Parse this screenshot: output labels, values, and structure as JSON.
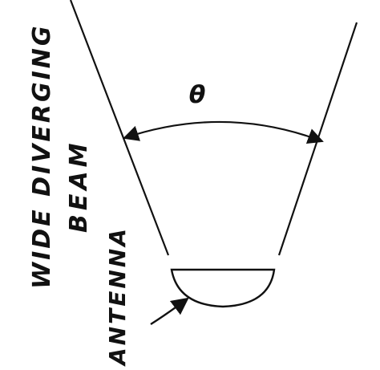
{
  "labels": {
    "title_line1": "WIDE DIVERGING",
    "title_line2": "BEAM",
    "antenna": "ANTENNA",
    "angle": "θ"
  },
  "colors": {
    "ink": "#111111",
    "background": "#ffffff"
  }
}
